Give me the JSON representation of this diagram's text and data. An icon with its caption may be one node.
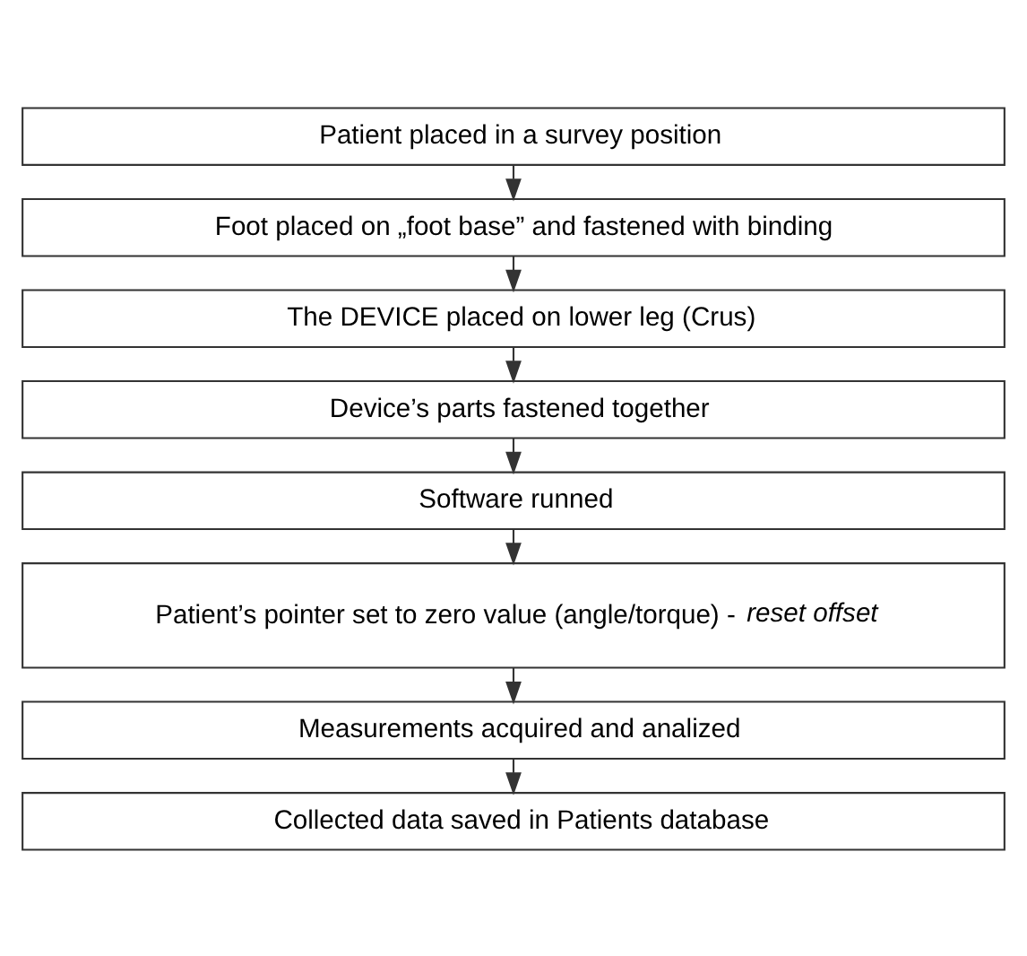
{
  "diagram": {
    "nodes": [
      {
        "text": [
          "Patient placed in a survey position"
        ]
      },
      {
        "text": [
          "Foot placed on „foot base” and fastened with binding"
        ]
      },
      {
        "text": [
          "The DEVICE placed on lower leg (Crus)"
        ]
      },
      {
        "text": [
          "Device’s parts fastened together"
        ]
      },
      {
        "text": [
          "Software runned"
        ]
      },
      {
        "text": [
          "Patient’s pointer set to zero value (angle/torque) - *reset offset*"
        ]
      },
      {
        "text": [
          "Measurements acquired and analized"
        ]
      },
      {
        "text": [
          "Collected data saved in Patients database"
        ]
      }
    ],
    "edges": [
      {
        "from": 0,
        "to": 1,
        "arrow": "to"
      },
      {
        "from": 1,
        "to": 2,
        "arrow": "to"
      },
      {
        "from": 2,
        "to": 3,
        "arrow": "to"
      },
      {
        "from": 3,
        "to": 4,
        "arrow": "to"
      },
      {
        "from": 4,
        "to": 5,
        "arrow": "to"
      },
      {
        "from": 5,
        "to": 6,
        "arrow": "to"
      },
      {
        "from": 6,
        "to": 7,
        "arrow": "to"
      }
    ]
  }
}
